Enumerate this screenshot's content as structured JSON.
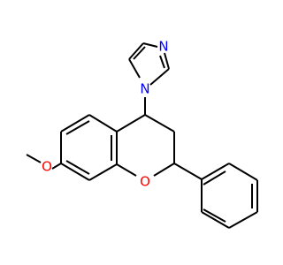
{
  "molecule": {
    "atom_labels": {
      "imidazole_n3": "N",
      "imidazole_n1": "N",
      "ring_oxygen": "O",
      "methoxy_oxygen": "O"
    },
    "colors": {
      "nitrogen": "#0000ff",
      "oxygen": "#ff0000",
      "bond": "#000000",
      "background": "#ffffff"
    }
  }
}
